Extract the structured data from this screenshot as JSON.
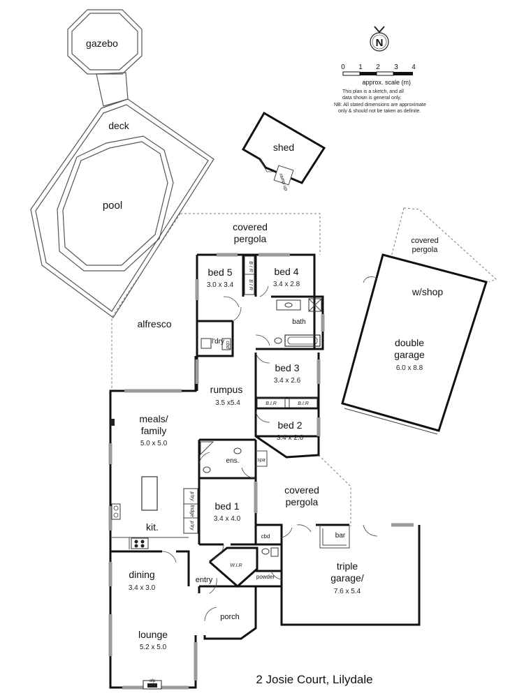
{
  "address": "2 Josie Court, Lilydale",
  "scale": {
    "ticks": [
      "0",
      "1",
      "2",
      "3",
      "4"
    ],
    "caption": "approx. scale (m)"
  },
  "notes": [
    "This plan is a sketch, and all",
    "data shown is general only.",
    "NB: All stated dimensions are approximate",
    "only & should not be taken as definite."
  ],
  "compass": {
    "letter": "N"
  },
  "rooms": {
    "gazebo": {
      "name": "gazebo"
    },
    "deck": {
      "name": "deck"
    },
    "pool": {
      "name": "pool"
    },
    "shed": {
      "name": "shed",
      "ramp": "ramp up"
    },
    "covered_pergola_top": {
      "line1": "covered",
      "line2": "pergola"
    },
    "covered_pergola_garage": {
      "line1": "covered",
      "line2": "pergola"
    },
    "wshop": {
      "name": "w/shop"
    },
    "double_garage": {
      "line1": "double",
      "line2": "garage",
      "dims": "6.0 x 8.8"
    },
    "bed5": {
      "name": "bed 5",
      "dims": "3.0 x 3.4"
    },
    "bed4": {
      "name": "bed 4",
      "dims": "3.4 x 2.8"
    },
    "bath": {
      "name": "bath"
    },
    "alfresco": {
      "name": "alfresco"
    },
    "ldry": {
      "name": "l'dry",
      "cbd": "cbd"
    },
    "bed3": {
      "name": "bed 3",
      "dims": "3.4 x 2.6"
    },
    "rumpus": {
      "name": "rumpus",
      "dims": "3.5 x5.4"
    },
    "meals_family": {
      "line1": "meals/",
      "line2": "family",
      "dims": "5.0 x 5.0"
    },
    "bed2": {
      "name": "bed 2",
      "dims": "3.4 x 2.6"
    },
    "ens": {
      "name": "ens.",
      "spa": "spa"
    },
    "covered_pergola_mid": {
      "line1": "covered",
      "line2": "pergola"
    },
    "bed1": {
      "name": "bed 1",
      "dims": "3.4 x 4.0"
    },
    "kit": {
      "name": "kit."
    },
    "pantry": {
      "a": "p'try",
      "b": "fridge",
      "c": "p'try"
    },
    "wir": {
      "name": "W.I.R"
    },
    "cbd_garage": {
      "name": "cbd"
    },
    "powder": {
      "name": "powder"
    },
    "bar": {
      "name": "bar"
    },
    "triple_garage": {
      "line1": "triple",
      "line2": "garage/",
      "dims": "7.6 x 5.4"
    },
    "dining": {
      "name": "dining",
      "dims": "3.4 x 3.0"
    },
    "entry": {
      "name": "entry"
    },
    "porch": {
      "name": "porch"
    },
    "lounge": {
      "name": "lounge",
      "dims": "5.2 x 5.0"
    },
    "fireplace": {
      "name": "ofp"
    }
  },
  "robes": {
    "bir_a": "B I R",
    "bir_b": "B I R",
    "bir_c": "B.I.R",
    "bir_d": "B.I.R"
  }
}
